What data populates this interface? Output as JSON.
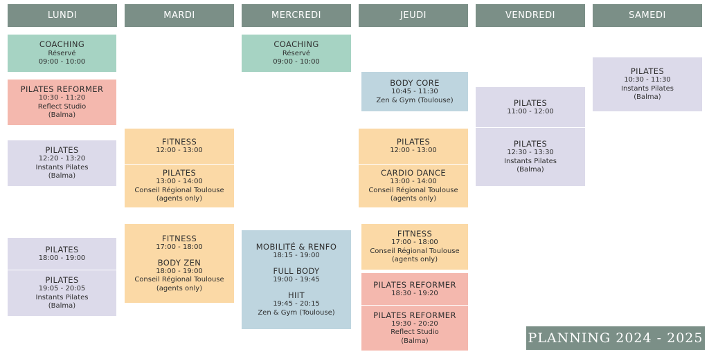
{
  "days": {
    "mon": "LUNDI",
    "tue": "MARDI",
    "wed": "MERCREDI",
    "thu": "JEUDI",
    "fri": "VENDREDI",
    "sat": "SAMEDI"
  },
  "planning_title": "PLANNING 2024 - 2025",
  "colors": {
    "header": "#7b8f87",
    "coaching": "#a6d3c3",
    "reformer": "#f4b8ae",
    "pilates": "#dcdaea",
    "conseil": "#fbd9a6",
    "zen_gym": "#bed5df"
  },
  "lundi": {
    "coaching": {
      "title": "COACHING",
      "status": "Réservé",
      "time": "09:00 - 10:00"
    },
    "reformer": {
      "title": "PILATES REFORMER",
      "time": "10:30 - 11:20",
      "place": "Reflect Studio",
      "area": "(Balma)"
    },
    "pilates_midday": {
      "title": "PILATES",
      "time": "12:20 - 13:20",
      "place": "Instants Pilates",
      "area": "(Balma)"
    },
    "pilates_18": {
      "title": "PILATES",
      "time": "18:00 - 19:00"
    },
    "pilates_19": {
      "title": "PILATES",
      "time": "19:05 - 20:05",
      "place": "Instants Pilates",
      "area": "(Balma)"
    }
  },
  "mardi": {
    "fitness_12": {
      "title": "FITNESS",
      "time": "12:00 - 13:00"
    },
    "pilates_13": {
      "title": "PILATES",
      "time": "13:00 - 14:00",
      "place": "Conseil Régional Toulouse",
      "note": "(agents only)"
    },
    "fitness_17": {
      "title": "FITNESS",
      "time": "17:00 - 18:00"
    },
    "bodyzen": {
      "title": "BODY ZEN",
      "time": "18:00 - 19:00",
      "place": "Conseil Régional Toulouse",
      "note": "(agents only)"
    }
  },
  "mercredi": {
    "coaching": {
      "title": "COACHING",
      "status": "Réservé",
      "time": "09:00 - 10:00"
    },
    "mobilite": {
      "title": "MOBILITÉ & RENFO",
      "time": "18:15 - 19:00"
    },
    "fullbody": {
      "title": "FULL BODY",
      "time": "19:00 - 19:45"
    },
    "hiit": {
      "title": "HIIT",
      "time": "19:45 - 20:15",
      "place": "Zen & Gym (Toulouse)"
    }
  },
  "jeudi": {
    "bodycore": {
      "title": "BODY CORE",
      "time": "10:45 - 11:30",
      "place": "Zen & Gym (Toulouse)"
    },
    "pilates_12": {
      "title": "PILATES",
      "time": "12:00 - 13:00"
    },
    "cardio": {
      "title": "CARDIO DANCE",
      "time": "13:00 - 14:00",
      "place": "Conseil Régional Toulouse",
      "note": "(agents only)"
    },
    "fitness_17": {
      "title": "FITNESS",
      "time": "17:00 - 18:00",
      "place": "Conseil Régional Toulouse",
      "note": "(agents only)"
    },
    "reformer_1830": {
      "title": "PILATES REFORMER",
      "time": "18:30 - 19:20"
    },
    "reformer_1930": {
      "title": "PILATES REFORMER",
      "time": "19:30 - 20:20",
      "place": "Reflect Studio",
      "area": "(Balma)"
    }
  },
  "vendredi": {
    "pilates_11": {
      "title": "PILATES",
      "time": "11:00 - 12:00"
    },
    "pilates_1230": {
      "title": "PILATES",
      "time": "12:30 - 13:30",
      "place": "Instants Pilates",
      "area": "(Balma)"
    }
  },
  "samedi": {
    "pilates": {
      "title": "PILATES",
      "time": "10:30 - 11:30",
      "place": "Instants Pilates",
      "area": "(Balma)"
    }
  }
}
